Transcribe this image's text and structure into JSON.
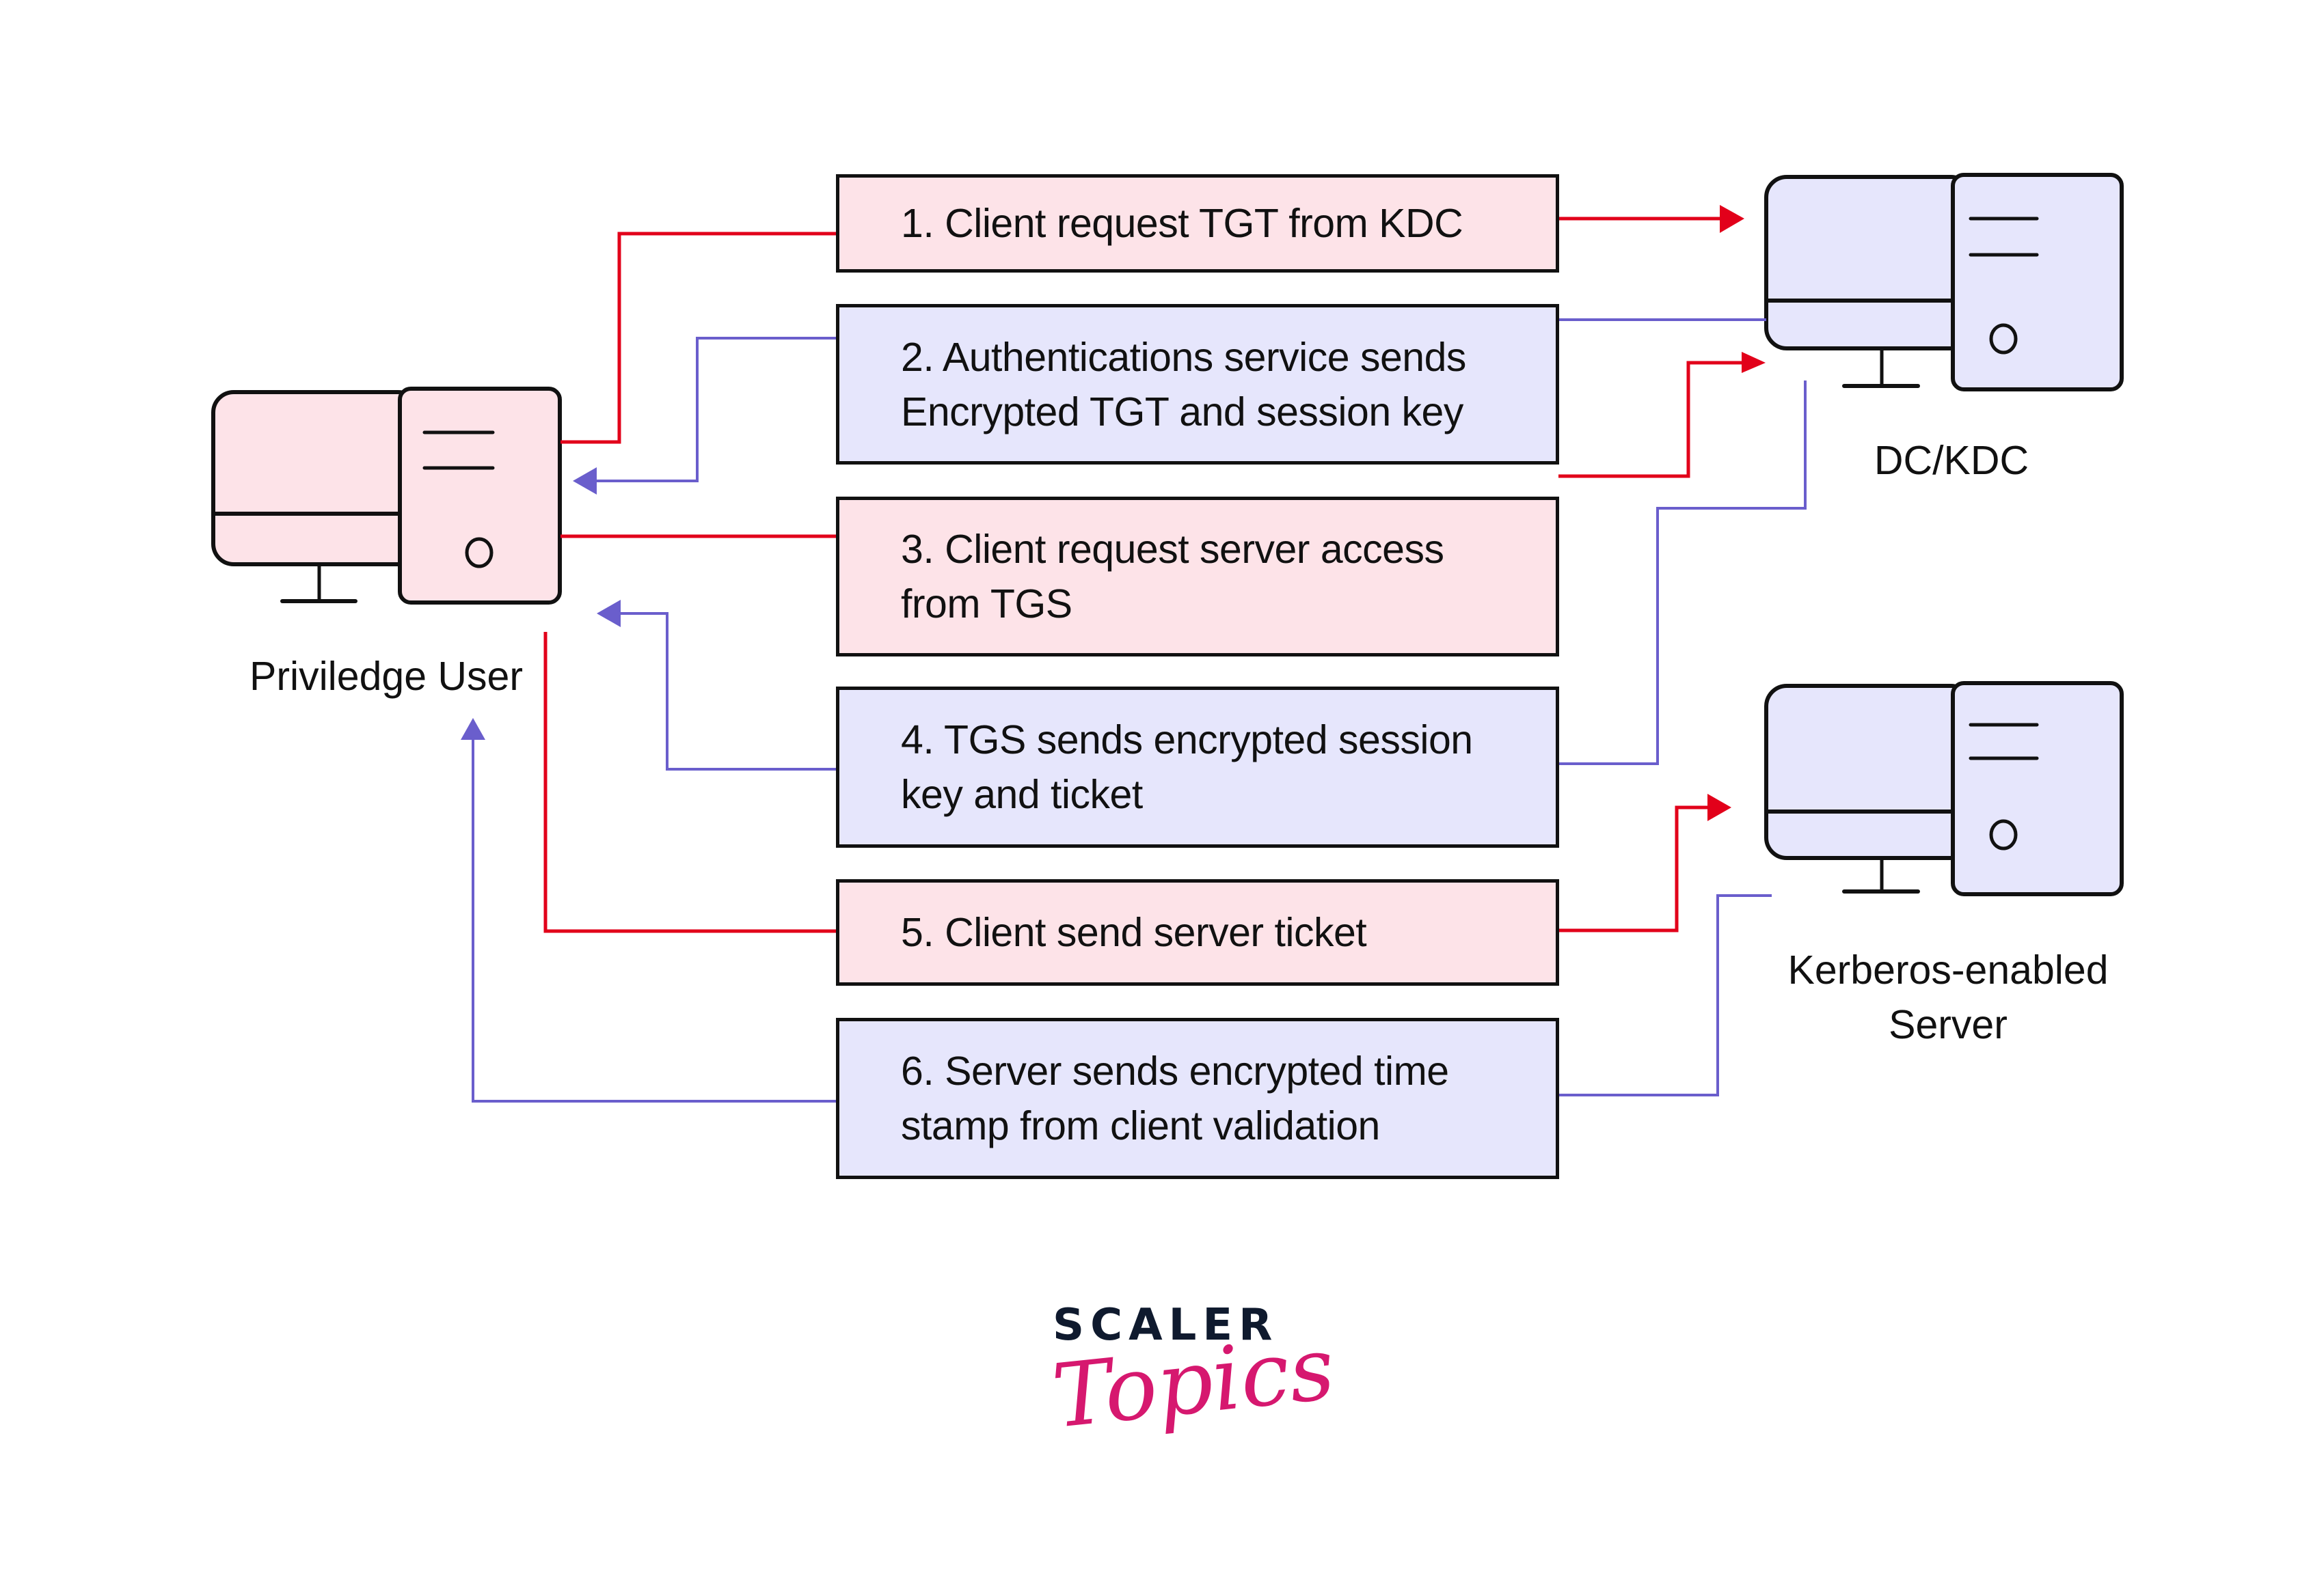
{
  "colors": {
    "request_line": "#e2001a",
    "response_line": "#6a5ecc",
    "request_fill": "#fde3e8",
    "response_fill": "#e6e6fc",
    "outline": "#111111",
    "logo_dark": "#0f1a2e",
    "logo_pink": "#d6186f"
  },
  "nodes": {
    "client": {
      "label": "Priviledge User"
    },
    "kdc": {
      "label": "DC/KDC"
    },
    "server": {
      "label_line1": "Kerberos-enabled",
      "label_line2": "Server"
    }
  },
  "steps": [
    {
      "kind": "request",
      "line1": "1.  Client request TGT from KDC",
      "line2": ""
    },
    {
      "kind": "response",
      "line1": "2. Authentications service sends",
      "line2": "Encrypted TGT and session key"
    },
    {
      "kind": "request",
      "line1": "3. Client request server access",
      "line2": "from TGS"
    },
    {
      "kind": "response",
      "line1": "4. TGS sends encrypted session",
      "line2": "key and ticket"
    },
    {
      "kind": "request",
      "line1": "5. Client send server ticket",
      "line2": ""
    },
    {
      "kind": "response",
      "line1": "6. Server sends encrypted time",
      "line2": "stamp from client validation"
    }
  ],
  "logo": {
    "brand": "SCALER",
    "sub": "Topics"
  }
}
